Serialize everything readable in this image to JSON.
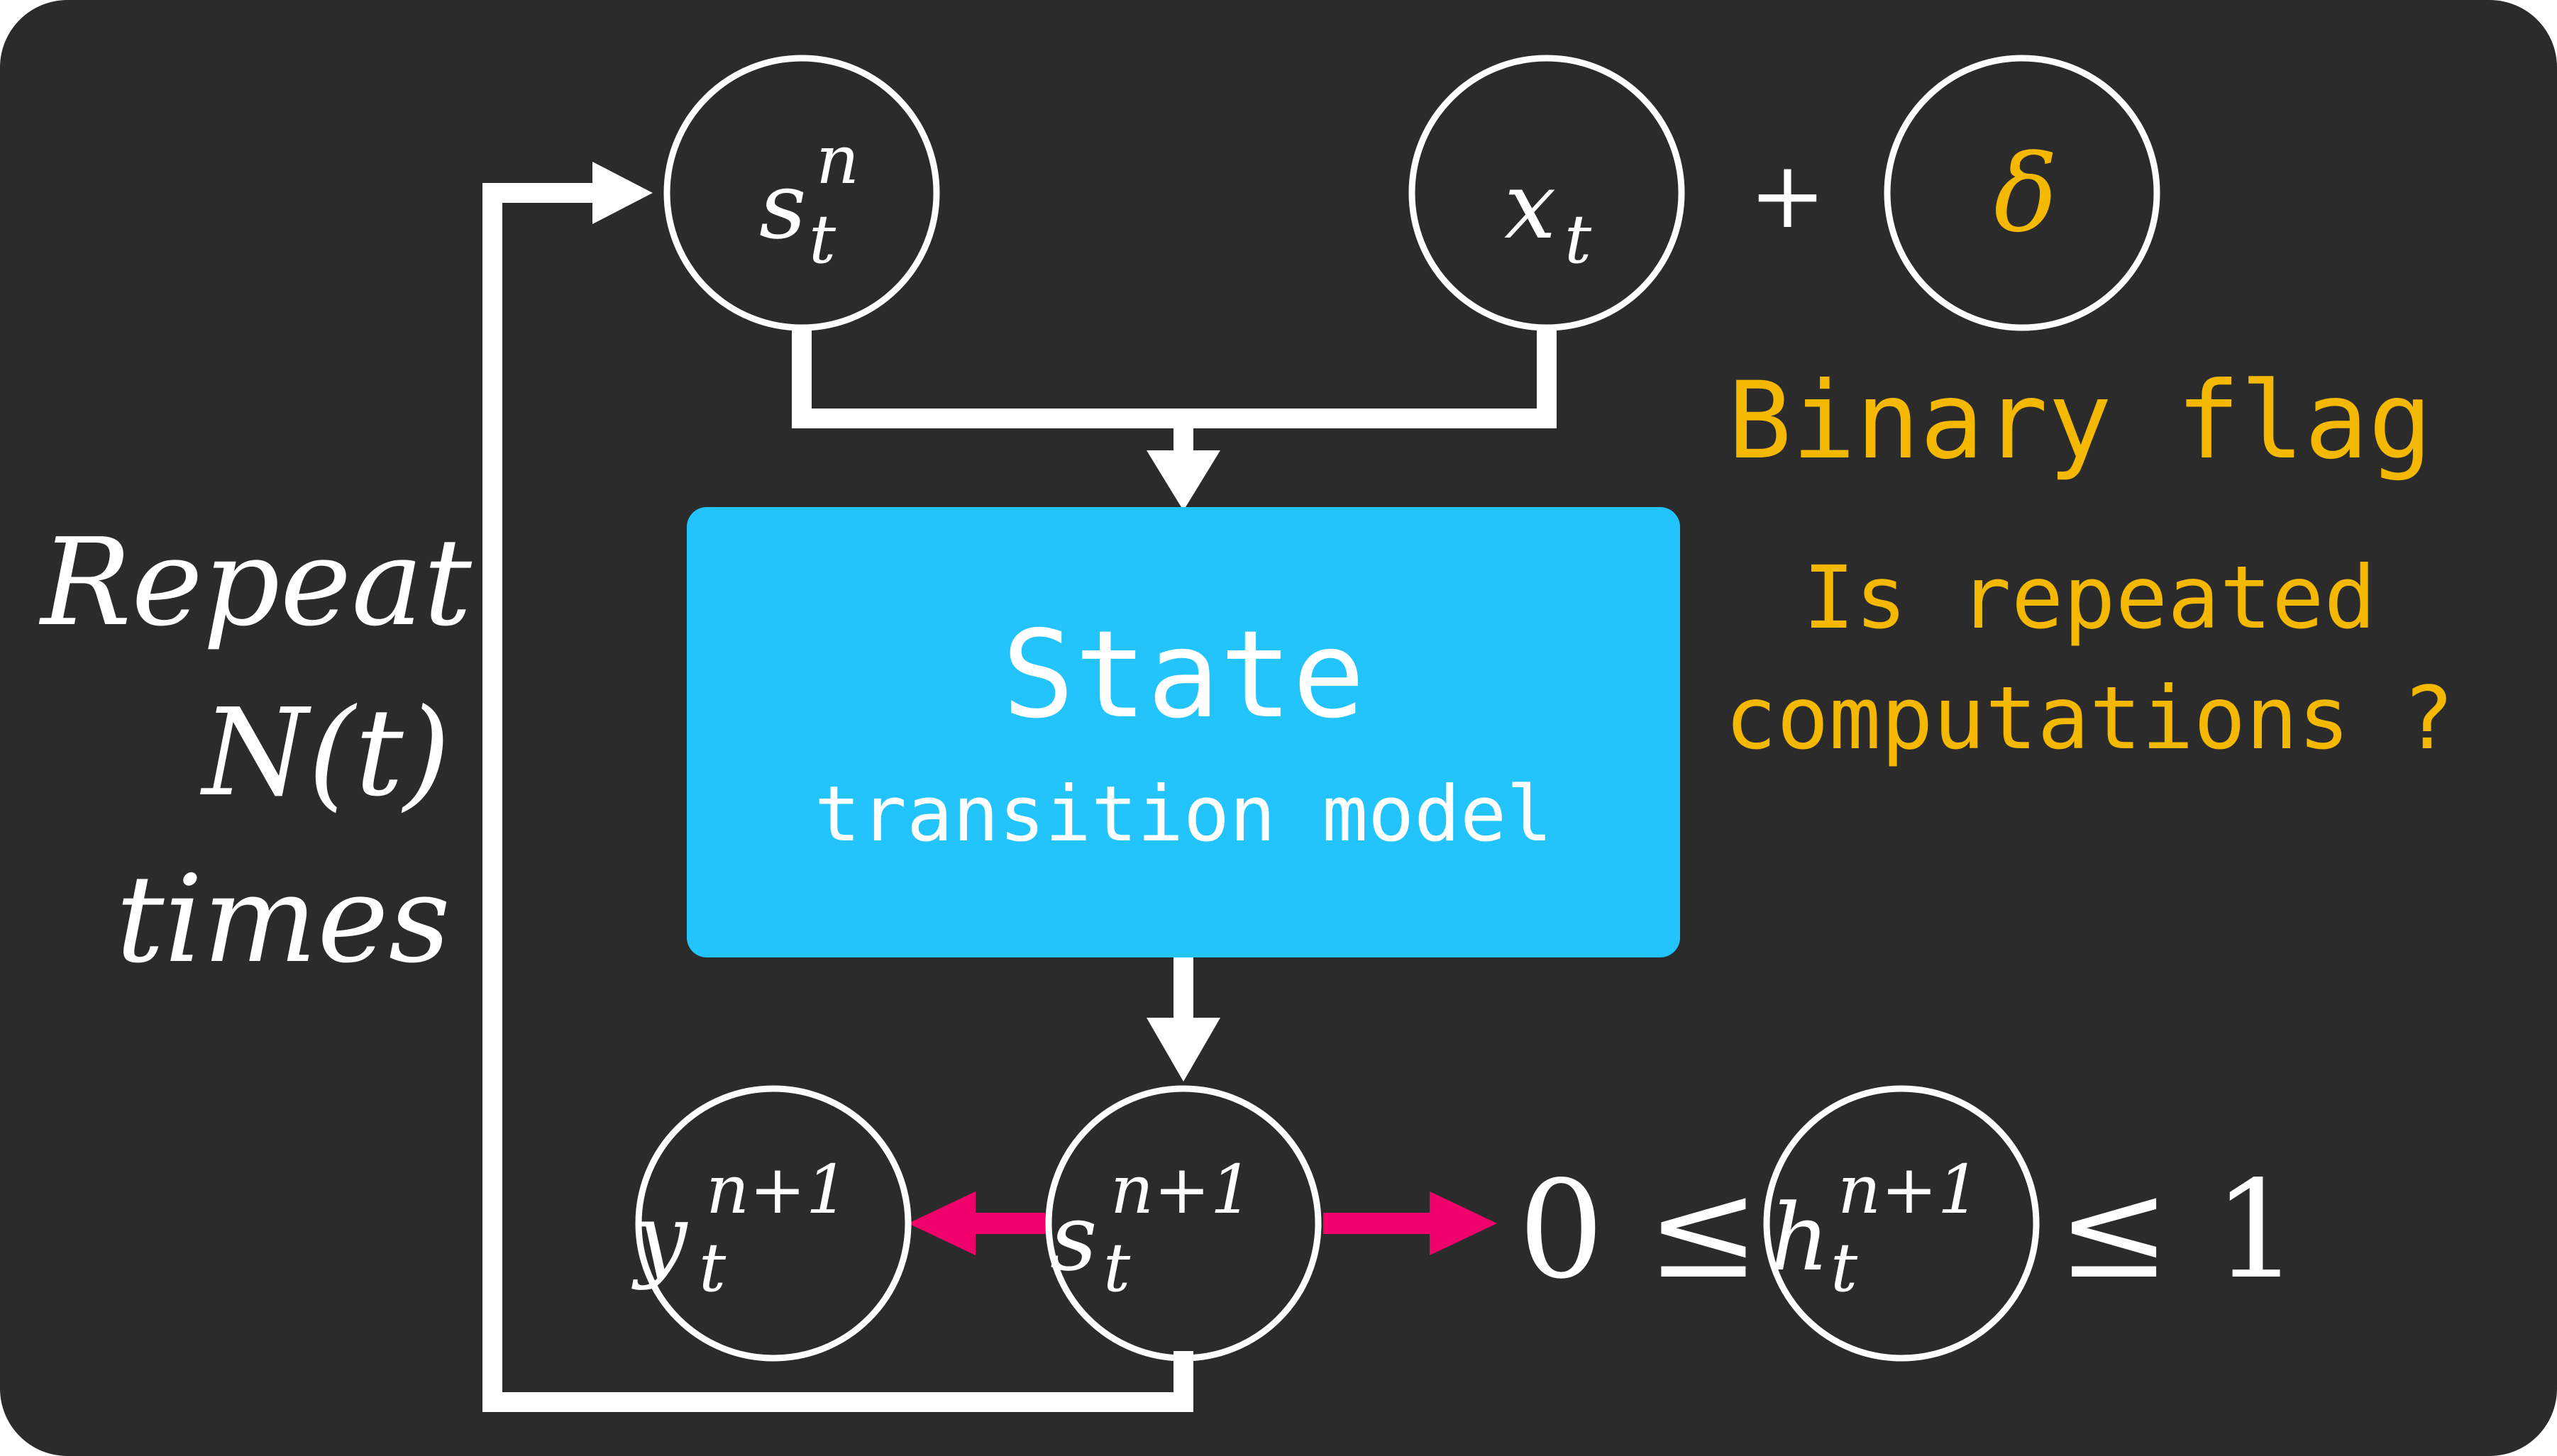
{
  "colors": {
    "background": "#2b2b2b",
    "foreground": "#ffffff",
    "box": "#22c4fb",
    "accent": "#f5b800",
    "arrow_pink": "#f0006a"
  },
  "nodes": {
    "s_n": {
      "base": "s",
      "sub": "t",
      "sup": "n"
    },
    "x_t": {
      "base": "x",
      "sub": "t"
    },
    "delta": {
      "symbol": "δ"
    },
    "y_next": {
      "base": "y",
      "sub": "t",
      "sup": "n+1"
    },
    "s_next": {
      "base": "s",
      "sub": "t",
      "sup": "n+1"
    },
    "h_next": {
      "base": "h",
      "sub": "t",
      "sup": "n+1"
    }
  },
  "plus": "+",
  "box": {
    "title": "State",
    "subtitle": "transition model"
  },
  "flag": {
    "title": "Binary flag",
    "question_line1": "Is repeated",
    "question_line2": "computations ?"
  },
  "repeat": {
    "line1": "Repeat",
    "line2": "N(t)",
    "line3": "times"
  },
  "inequality": {
    "left": "0 ≤",
    "right": "≤ 1"
  }
}
